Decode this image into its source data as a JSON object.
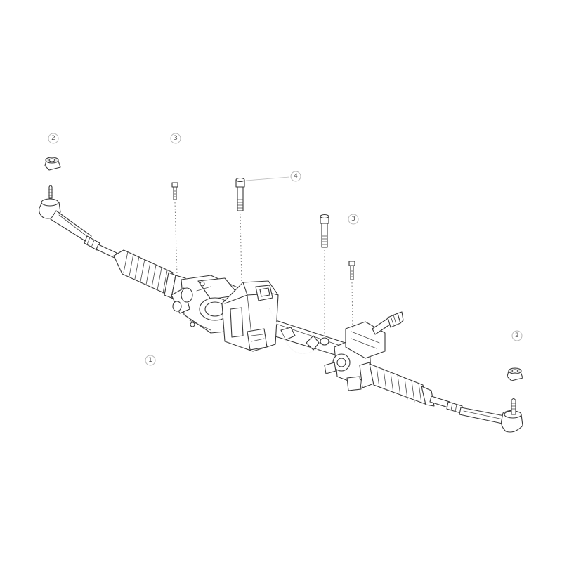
{
  "diagram": {
    "callouts": [
      {
        "id": "c1",
        "label": "1"
      },
      {
        "id": "c2a",
        "label": "2"
      },
      {
        "id": "c2b",
        "label": "2"
      },
      {
        "id": "c3a",
        "label": "3"
      },
      {
        "id": "c3b",
        "label": "3"
      },
      {
        "id": "c4",
        "label": "4"
      }
    ]
  }
}
